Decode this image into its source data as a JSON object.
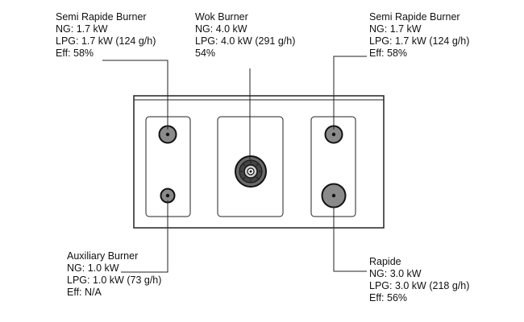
{
  "burners": {
    "semi_rapide_left": {
      "lines": [
        "Semi Rapide Burner",
        "NG: 1.7 kW",
        "LPG: 1.7 kW (124 g/h)",
        "Eff: 58%"
      ]
    },
    "wok": {
      "lines": [
        "Wok Burner",
        "NG: 4.0 kW",
        "LPG: 4.0 kW (291 g/h)",
        "54%"
      ]
    },
    "semi_rapide_right": {
      "lines": [
        "Semi Rapide Burner",
        "NG: 1.7 kW",
        "LPG: 1.7 kW (124 g/h)",
        "Eff: 58%"
      ]
    },
    "auxiliary": {
      "lines": [
        "Auxiliary Burner",
        "NG: 1.0 kW",
        "LPG: 1.0 kW (73 g/h)",
        "Eff: N/A"
      ]
    },
    "rapide": {
      "lines": [
        "Rapide",
        "NG: 3.0 kW",
        "LPG: 3.0 kW (218 g/h)",
        "Eff: 56%"
      ]
    }
  }
}
